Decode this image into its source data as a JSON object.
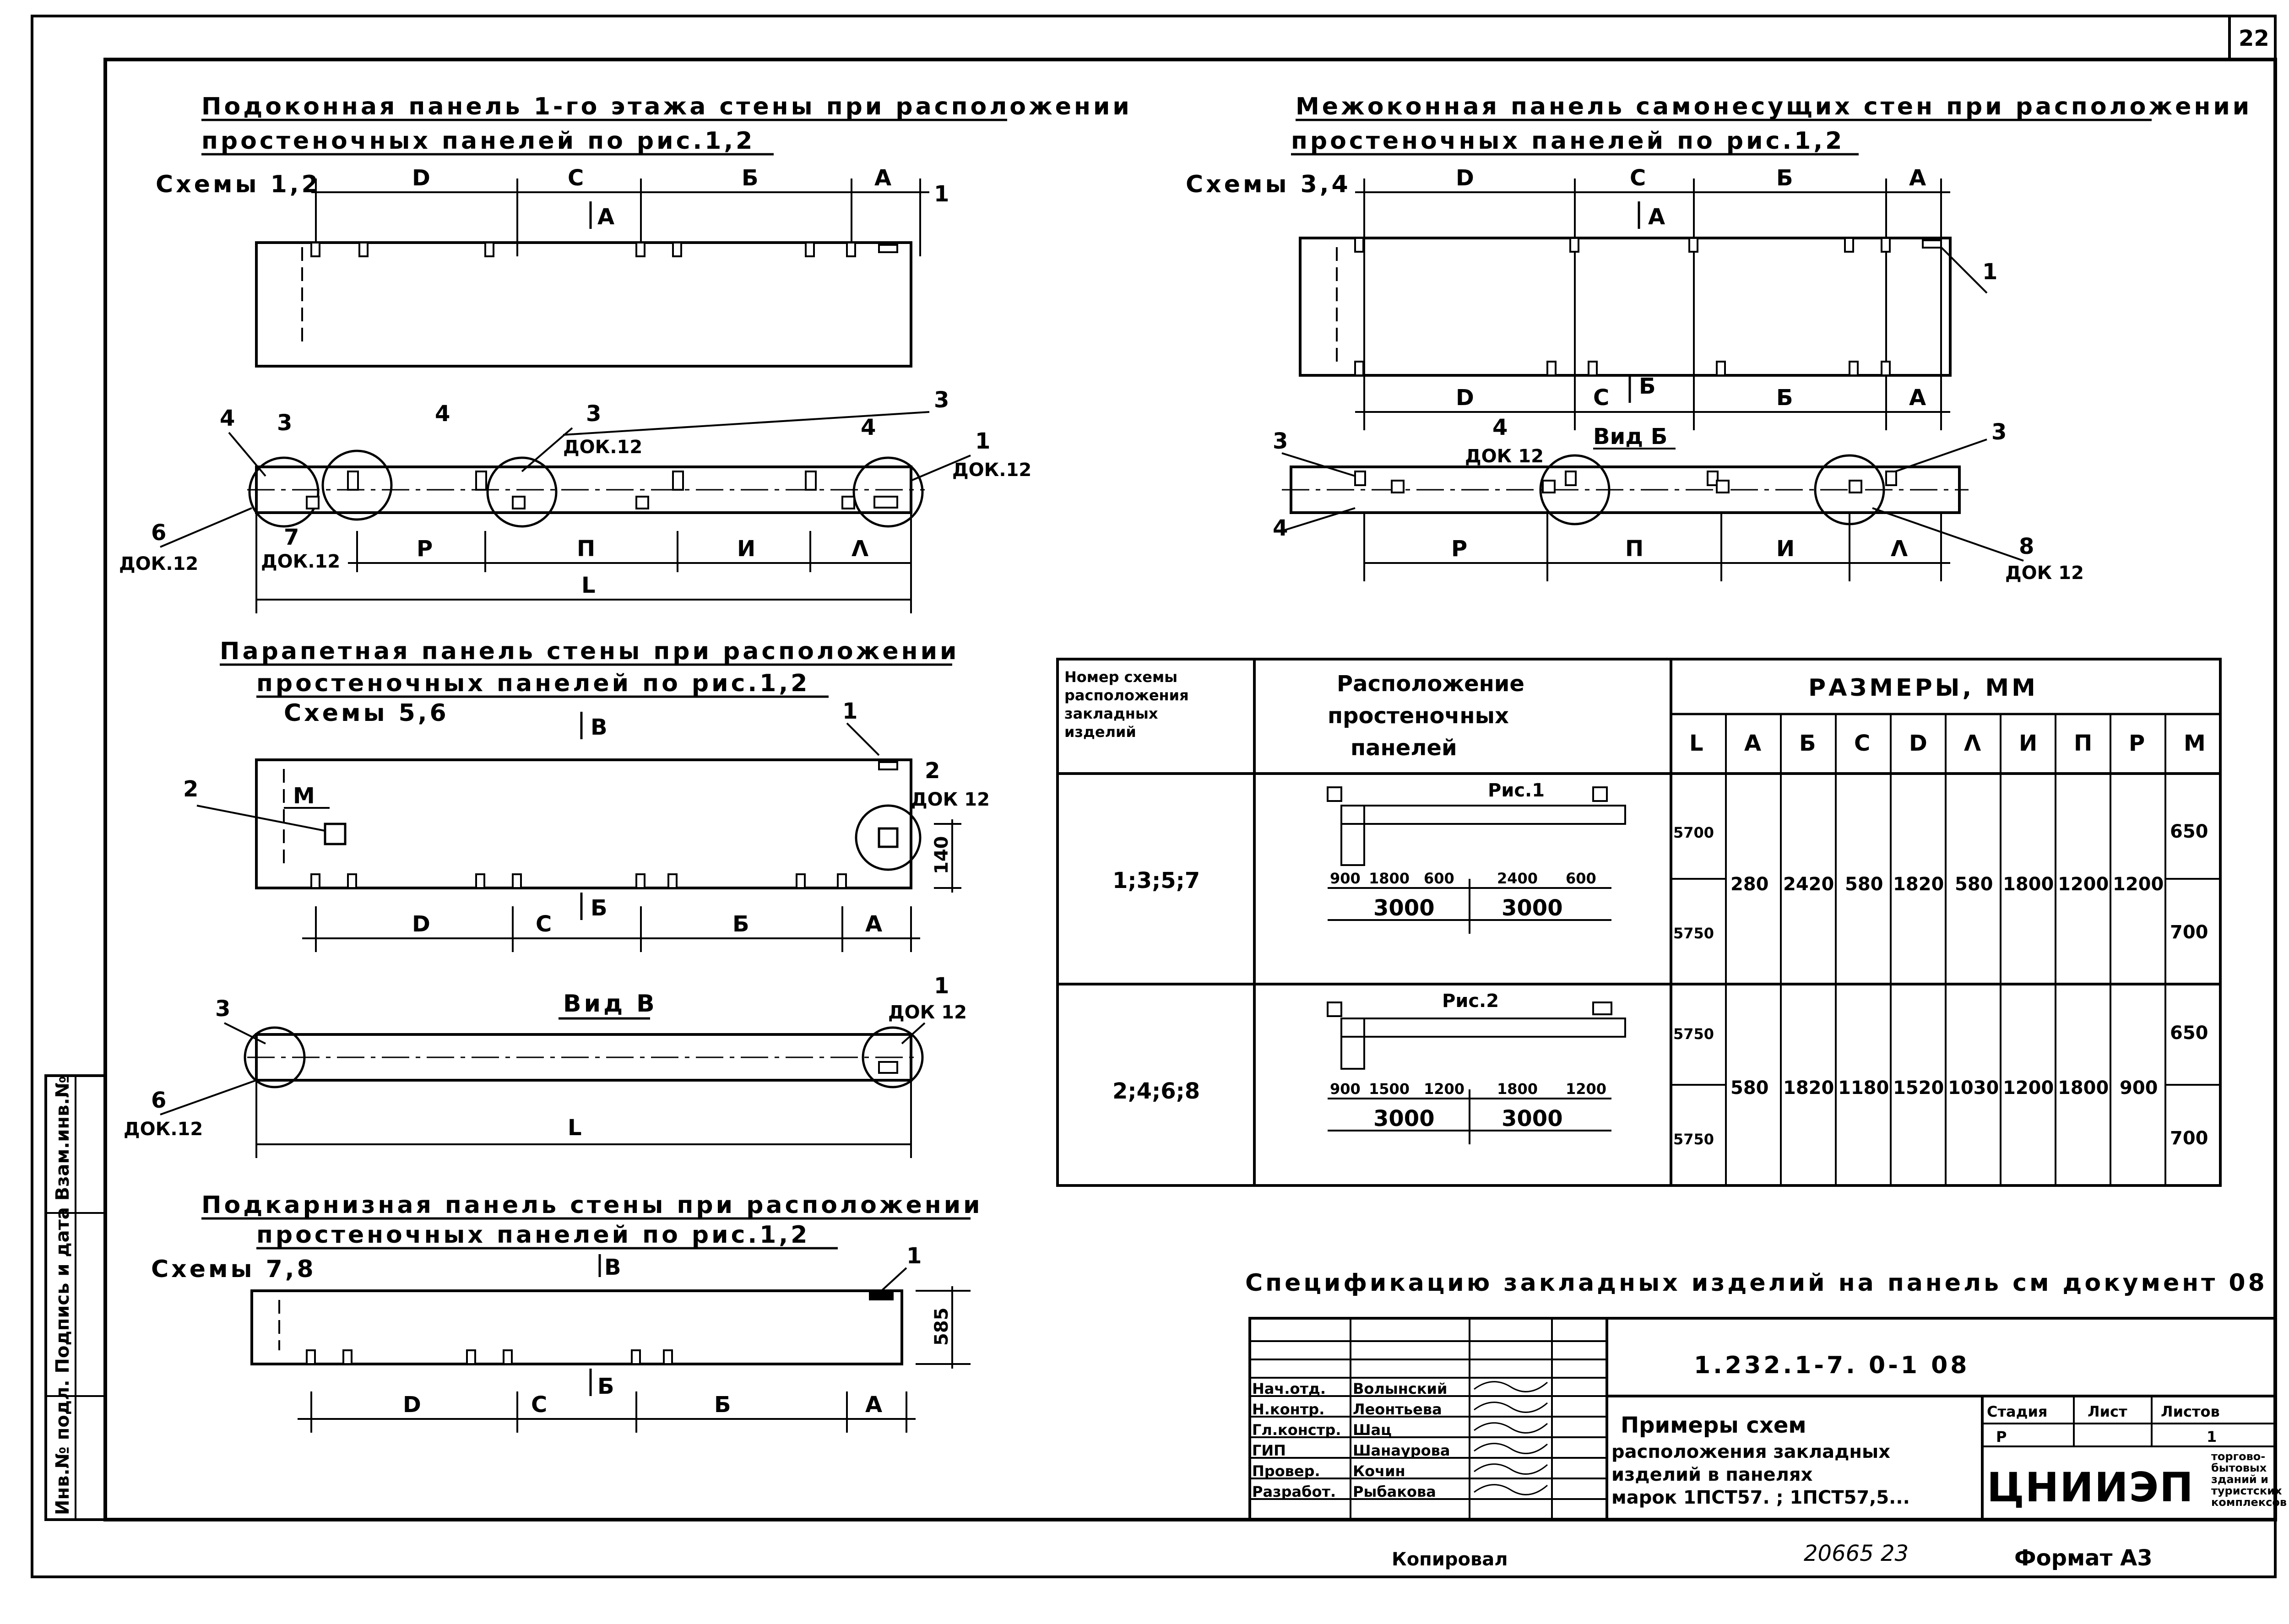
{
  "sheet_number": "22",
  "side_stamp": "Инв.№ подл. Подпись и дата Взам.инв.№",
  "views": {
    "v1": {
      "title_1": "Подоконная панель 1-го этажа стены при расположении",
      "title_2": "простеночных панелей по рис.1,2",
      "schemes": "Схемы 1,2",
      "dims_top": [
        "D",
        "C",
        "Б",
        "A"
      ],
      "arrow": "A",
      "callouts": [
        "4",
        "3",
        "4",
        "3",
        "3",
        "4",
        "1",
        "6",
        "7"
      ],
      "doc_ref": "ДОК.12",
      "dims_bottom": [
        "P",
        "П",
        "И",
        "Λ"
      ],
      "total": "L"
    },
    "v2": {
      "title_1": "Межоконная панель самонесущих стен при расположении",
      "title_2": "простеночных панелей по рис.1,2",
      "schemes": "Схемы 3,4",
      "dims_top": [
        "D",
        "C",
        "Б",
        "A"
      ],
      "arrow": "A",
      "arrow_b": "Б",
      "dims_mid": [
        "D",
        "C",
        "Б",
        "A"
      ],
      "view_label": "Вид Б",
      "callouts": [
        "1",
        "3",
        "4",
        "3",
        "4",
        "8"
      ],
      "doc_ref": "ДОК 12",
      "dims_bottom": [
        "P",
        "П",
        "И",
        "Λ"
      ]
    },
    "v3": {
      "title_1": "Парапетная панель стены при расположении",
      "title_2": "простеночных панелей по рис.1,2",
      "schemes": "Схемы 5,6",
      "arrow": "B",
      "m_label": "M",
      "callouts": [
        "1",
        "2",
        "2"
      ],
      "doc_ref": "ДОК 12",
      "height_dim": "140",
      "arrow_b": "Б",
      "dims_bottom": [
        "D",
        "C",
        "Б",
        "A"
      ]
    },
    "v4": {
      "view_label": "Вид В",
      "callouts": [
        "3",
        "1",
        "6"
      ],
      "doc_ref": "ДОК 12",
      "doc_ref_2": "ДОК.12",
      "total": "L"
    },
    "v5": {
      "title_1": "Подкарнизная панель стены при расположении",
      "title_2": "простеночных панелей по рис.1,2",
      "schemes": "Схемы 7,8",
      "arrow": "B",
      "callouts": [
        "1"
      ],
      "height_dim": "585",
      "arrow_b": "Б",
      "dims_bottom": [
        "D",
        "C",
        "Б",
        "A"
      ]
    }
  },
  "table": {
    "h_scheme": [
      "Номер схемы",
      "расположения",
      "закладных",
      "изделий"
    ],
    "h_location": [
      "Расположение",
      "простеночных",
      "панелей"
    ],
    "h_sizes": "РАЗМЕРЫ, ММ",
    "cols": [
      "L",
      "A",
      "Б",
      "C",
      "D",
      "Λ",
      "И",
      "П",
      "P",
      "M"
    ],
    "rows": [
      {
        "scheme": "1;3;5;7",
        "fig": "Рис.1",
        "fig_dims_top": [
          "900",
          "1800",
          "600",
          "2400",
          "600"
        ],
        "fig_dims_bottom": [
          "3000",
          "3000"
        ],
        "L": [
          "5700",
          "5750"
        ],
        "vals": [
          "280",
          "2420",
          "580",
          "1820",
          "580",
          "1800",
          "1200",
          "1200"
        ],
        "M": [
          "650",
          "700"
        ]
      },
      {
        "scheme": "2;4;6;8",
        "fig": "Рис.2",
        "fig_dims_top": [
          "900",
          "1500",
          "1200",
          "1800",
          "1200"
        ],
        "fig_dims_bottom": [
          "3000",
          "3000"
        ],
        "L": [
          "5750",
          "5750"
        ],
        "vals": [
          "580",
          "1820",
          "1180",
          "1520",
          "1030",
          "1200",
          "1800",
          "900"
        ],
        "M": [
          "650",
          "700"
        ]
      }
    ]
  },
  "spec_note": "Спецификацию закладных изделий на панель см документ 08",
  "stamp": {
    "doc_code": "1.232.1-7. 0-1 08",
    "roles": [
      "Нач.отд.",
      "Н.контр.",
      "Гл.констр.",
      "ГИП",
      "Провер.",
      "Разработ."
    ],
    "names": [
      "Волынский",
      "Леонтьева",
      "Шац",
      "Шанаурова",
      "Кочин",
      "Рыбакова"
    ],
    "title": [
      "Примеры схем",
      "расположения закладных",
      "изделий в панелях",
      "марок 1ПСТ57. ; 1ПСТ57,5..."
    ],
    "stage_label": "Стадия",
    "sheet_label": "Лист",
    "sheets_label": "Листов",
    "stage": "Р",
    "sheets": "1",
    "org": "ЦНИИЭП",
    "org_sub": [
      "торгово-",
      "бытовых",
      "зданий и",
      "туристских",
      "комплексов"
    ]
  },
  "footer": {
    "copied": "Копировал",
    "number": "20665  23",
    "format": "Формат A3"
  }
}
